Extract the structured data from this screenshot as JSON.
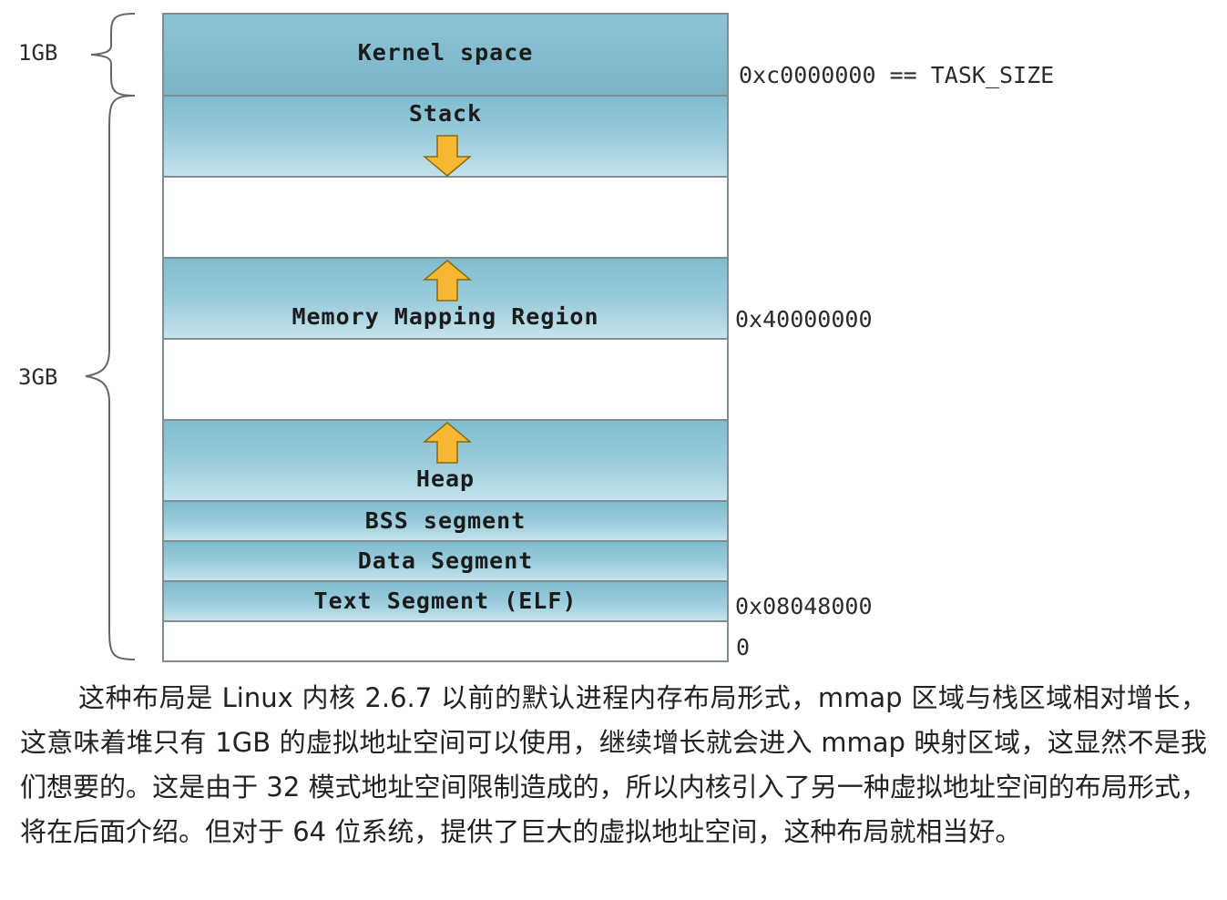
{
  "size_labels": {
    "top": "1GB",
    "bottom": "3GB"
  },
  "segments": {
    "kernel": "Kernel space",
    "stack": "Stack",
    "mmap": "Memory Mapping Region",
    "heap": "Heap",
    "bss": "BSS segment",
    "data": "Data Segment",
    "text": "Text Segment (ELF)"
  },
  "addresses": {
    "task_size": "0xc0000000 == TASK_SIZE",
    "mmap_base": "0x40000000",
    "text_start": "0x08048000",
    "zero": "0"
  },
  "arrows": {
    "stack": "down",
    "mmap": "up",
    "heap": "up"
  },
  "colors": {
    "segment_fill": "#9ccddc",
    "arrow_fill": "#f7b733",
    "border": "#7e8e95"
  },
  "paragraph": "这种布局是 Linux 内核 2.6.7 以前的默认进程内存布局形式，mmap 区域与栈区域相对增长，这意味着堆只有 1GB 的虚拟地址空间可以使用，继续增长就会进入 mmap 映射区域，这显然不是我们想要的。这是由于 32 模式地址空间限制造成的，所以内核引入了另一种虚拟地址空间的布局形式，将在后面介绍。但对于 64 位系统，提供了巨大的虚拟地址空间，这种布局就相当好。"
}
